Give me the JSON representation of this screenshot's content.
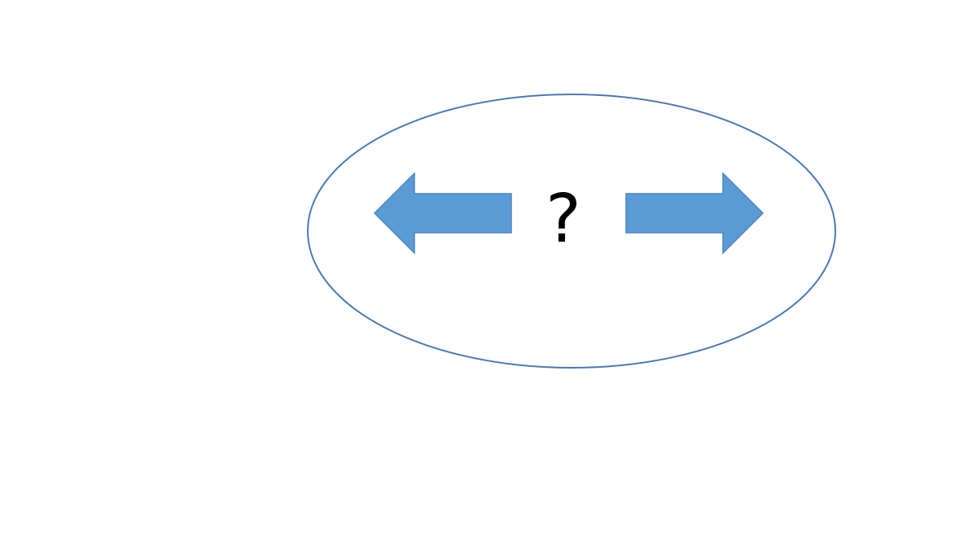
{
  "diagram": {
    "center_text": "?",
    "colors": {
      "background": "#ffffff",
      "ellipse_stroke": "#4a7ab5",
      "arrow_fill": "#5b9bd5",
      "arrow_stroke": "#4a86c2",
      "text": "#000000"
    },
    "shapes": [
      {
        "name": "ellipse"
      },
      {
        "name": "left-arrow-icon",
        "direction": "left"
      },
      {
        "name": "right-arrow-icon",
        "direction": "right"
      }
    ]
  }
}
